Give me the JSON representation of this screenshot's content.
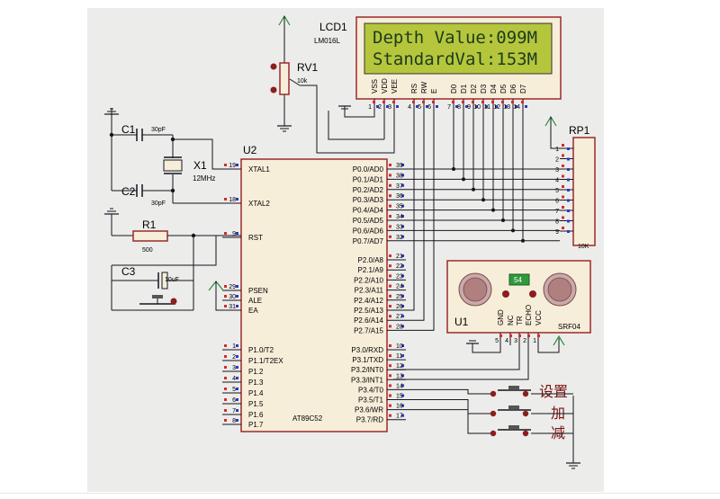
{
  "lcd": {
    "ref": "LCD1",
    "part": "LM016L",
    "line1": "Depth Value:099M",
    "line2": "StandardVal:153M",
    "pins": [
      "VSS",
      "VDD",
      "VEE",
      "RS",
      "RW",
      "E",
      "D0",
      "D1",
      "D2",
      "D3",
      "D4",
      "D5",
      "D6",
      "D7"
    ],
    "pin_numbers": [
      "1",
      "2",
      "3",
      "4",
      "5",
      "6",
      "7",
      "8",
      "9",
      "10",
      "11",
      "12",
      "13",
      "14"
    ]
  },
  "rv1": {
    "ref": "RV1",
    "value": "10k"
  },
  "crystal": {
    "c1": "C1",
    "c1_value": "30pF",
    "c2": "C2",
    "c2_value": "30pF",
    "x1": "X1",
    "x1_value": "12MHz"
  },
  "reset": {
    "r1": "R1",
    "r1_value": "500",
    "c3": "C3",
    "c3_value": "10uF"
  },
  "mcu": {
    "ref": "U2",
    "part": "AT89C52",
    "left_pins": [
      {
        "num": "19",
        "name": "XTAL1"
      },
      {
        "num": "18",
        "name": "XTAL2"
      },
      {
        "num": "9",
        "name": "RST"
      },
      {
        "num": "29",
        "name": "PSEN"
      },
      {
        "num": "30",
        "name": "ALE"
      },
      {
        "num": "31",
        "name": "EA"
      },
      {
        "num": "1",
        "name": "P1.0/T2"
      },
      {
        "num": "2",
        "name": "P1.1/T2EX"
      },
      {
        "num": "3",
        "name": "P1.2"
      },
      {
        "num": "4",
        "name": "P1.3"
      },
      {
        "num": "5",
        "name": "P1.4"
      },
      {
        "num": "6",
        "name": "P1.5"
      },
      {
        "num": "7",
        "name": "P1.6"
      },
      {
        "num": "8",
        "name": "P1.7"
      }
    ],
    "right_pins": [
      {
        "num": "39",
        "name": "P0.0/AD0"
      },
      {
        "num": "38",
        "name": "P0.1/AD1"
      },
      {
        "num": "37",
        "name": "P0.2/AD2"
      },
      {
        "num": "36",
        "name": "P0.3/AD3"
      },
      {
        "num": "35",
        "name": "P0.4/AD4"
      },
      {
        "num": "34",
        "name": "P0.5/AD5"
      },
      {
        "num": "33",
        "name": "P0.6/AD6"
      },
      {
        "num": "32",
        "name": "P0.7/AD7"
      },
      {
        "num": "21",
        "name": "P2.0/A8"
      },
      {
        "num": "22",
        "name": "P2.1/A9"
      },
      {
        "num": "23",
        "name": "P2.2/A10"
      },
      {
        "num": "24",
        "name": "P2.3/A11"
      },
      {
        "num": "25",
        "name": "P2.4/A12"
      },
      {
        "num": "26",
        "name": "P2.5/A13"
      },
      {
        "num": "27",
        "name": "P2.6/A14"
      },
      {
        "num": "28",
        "name": "P2.7/A15"
      },
      {
        "num": "10",
        "name": "P3.0/RXD"
      },
      {
        "num": "11",
        "name": "P3.1/TXD"
      },
      {
        "num": "12",
        "name": "P3.2/INT0"
      },
      {
        "num": "13",
        "name": "P3.3/INT1"
      },
      {
        "num": "14",
        "name": "P3.4/T0"
      },
      {
        "num": "15",
        "name": "P3.5/T1"
      },
      {
        "num": "16",
        "name": "P3.6/WR"
      },
      {
        "num": "17",
        "name": "P3.7/RD"
      }
    ]
  },
  "rp1": {
    "ref": "RP1",
    "value": "10K",
    "pin_numbers": [
      "1",
      "2",
      "3",
      "4",
      "5",
      "6",
      "7",
      "8",
      "9"
    ]
  },
  "sensor": {
    "ref": "U1",
    "part": "SRF04",
    "display": "54",
    "pins": [
      "GND",
      "NC",
      "TR",
      "ECHO",
      "VCC"
    ],
    "pin_numbers": [
      "5",
      "4",
      "3",
      "2",
      "1"
    ]
  },
  "buttons": {
    "set": "设置",
    "add": "加",
    "sub": "减"
  },
  "colors": {
    "sheet": "#ececea",
    "wire": "#15151e",
    "body_fill": "#f7eeda",
    "body_stroke": "#9b2a2a",
    "lcd_bg": "#b5c63c",
    "pin_red": "#d12d2d",
    "pin_blue": "#2d36c8",
    "power_green": "#2b8a38"
  }
}
